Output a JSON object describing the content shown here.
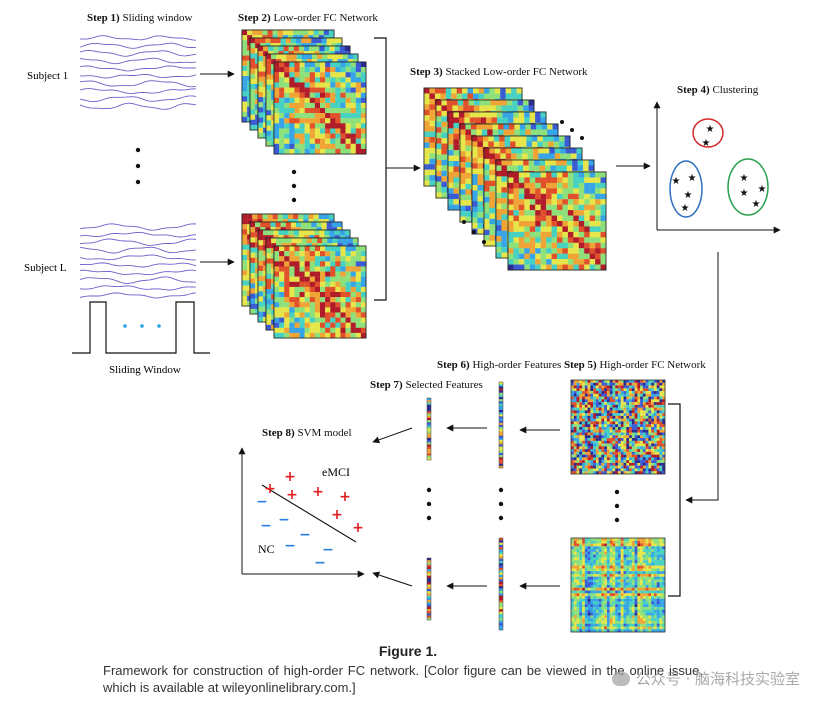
{
  "steps": {
    "step1": {
      "num": "Step 1)",
      "label": "Sliding window"
    },
    "step2": {
      "num": "Step 2)",
      "label": "Low-order FC Network"
    },
    "step3": {
      "num": "Step 3)",
      "label": "Stacked Low-order FC Network"
    },
    "step4": {
      "num": "Step 4)",
      "label": "Clustering"
    },
    "step5": {
      "num": "Step 5)",
      "label": "High-order FC Network"
    },
    "step6": {
      "num": "Step 6)",
      "label": "High-order Features"
    },
    "step7": {
      "num": "Step 7)",
      "label": "Selected Features"
    },
    "step8": {
      "num": "Step 8)",
      "label": "SVM model"
    }
  },
  "subjects": {
    "first": "Subject  1",
    "last": "Subject  L"
  },
  "sliding_window_label": "Sliding Window",
  "svm": {
    "positive_class": "eMCI",
    "negative_class": "NC"
  },
  "markers": {
    "star": "★",
    "plus": "+",
    "minus": "−"
  },
  "colors": {
    "cluster_red": "#d42a2a",
    "cluster_blue": "#2f6fc0",
    "cluster_green": "#27a04a",
    "plus": "#e02020",
    "minus": "#2a7fdc",
    "wave": "#6a62c8",
    "window_dots": "#2aa0e0"
  },
  "caption": {
    "title": "Figure 1.",
    "text": "Framework for construction of high-order FC network. [Color figure can be viewed in the online issue, which is available at wileyonlinelibrary.com.]"
  },
  "watermark": "公众号 · 脑海科技实验室"
}
